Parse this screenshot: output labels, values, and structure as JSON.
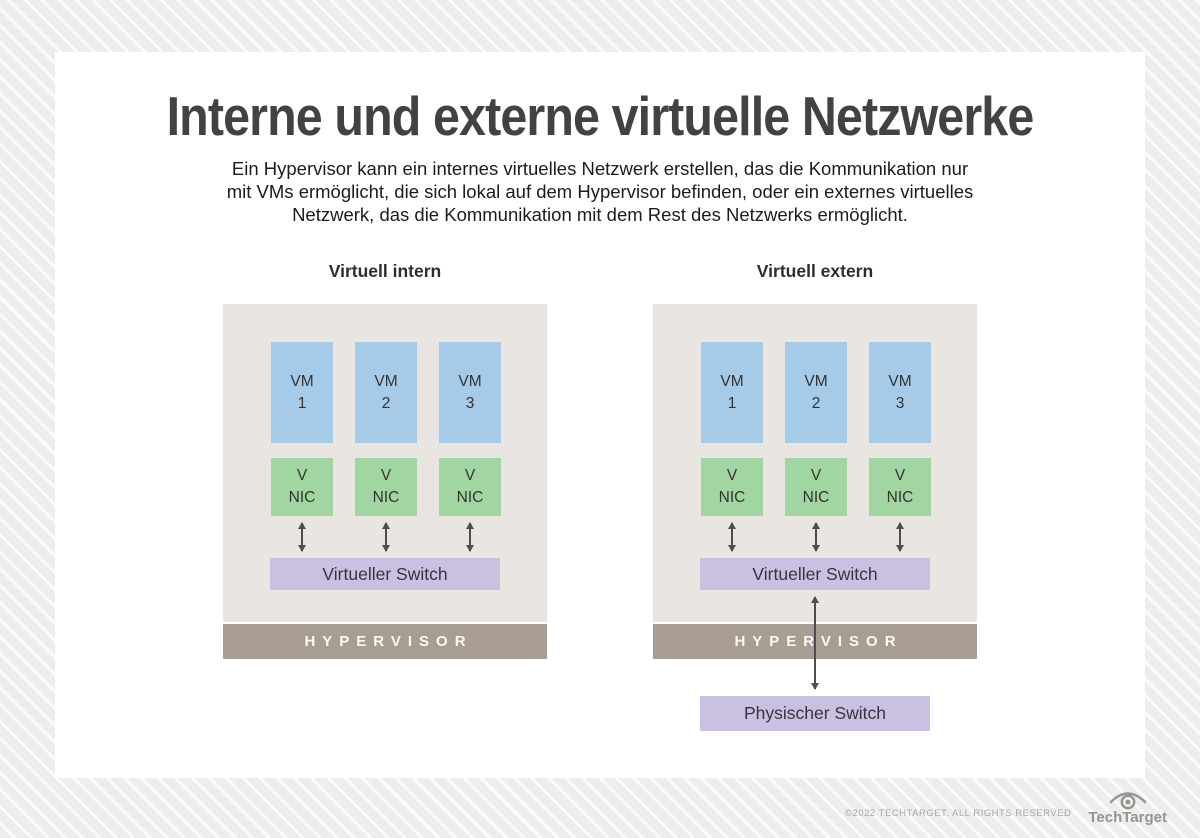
{
  "header": {
    "title": "Interne und externe virtuelle Netzwerke",
    "subtitle": "Ein Hypervisor kann ein internes virtuelles Netzwerk erstellen, das die Kommunikation nur\nmit VMs ermöglicht, die sich lokal auf dem Hypervisor befinden, oder ein externes virtuelles\nNetzwerk, das die Kommunikation mit dem Rest des Netzwerks ermöglicht."
  },
  "panels": [
    {
      "heading": "Virtuell intern",
      "vms": [
        {
          "l1": "VM",
          "l2": "1"
        },
        {
          "l1": "VM",
          "l2": "2"
        },
        {
          "l1": "VM",
          "l2": "3"
        }
      ],
      "nics": [
        {
          "l1": "V",
          "l2": "NIC"
        },
        {
          "l1": "V",
          "l2": "NIC"
        },
        {
          "l1": "V",
          "l2": "NIC"
        }
      ],
      "switch_label": "Virtueller Switch",
      "hypervisor_label": "HYPERVISOR"
    },
    {
      "heading": "Virtuell extern",
      "vms": [
        {
          "l1": "VM",
          "l2": "1"
        },
        {
          "l1": "VM",
          "l2": "2"
        },
        {
          "l1": "VM",
          "l2": "3"
        }
      ],
      "nics": [
        {
          "l1": "V",
          "l2": "NIC"
        },
        {
          "l1": "V",
          "l2": "NIC"
        },
        {
          "l1": "V",
          "l2": "NIC"
        }
      ],
      "switch_label": "Virtueller Switch",
      "hypervisor_label": "HYPERVISOR",
      "physical_switch_label": "Physischer Switch"
    }
  ],
  "footer": {
    "copyright": "©2022 TECHTARGET. ALL RIGHTS RESERVED",
    "logo_text": "TechTarget",
    "logo_icon": "eye-icon"
  },
  "colors": {
    "vm_blue": "#a6cbe8",
    "nic_green": "#a1d6a3",
    "switch_purple": "#cac1e2",
    "hypervisor_taupe": "#a79d92",
    "panel_background": "#e9e6e1",
    "title_gray": "#424242",
    "arrow_gray": "#4d4d4d"
  }
}
